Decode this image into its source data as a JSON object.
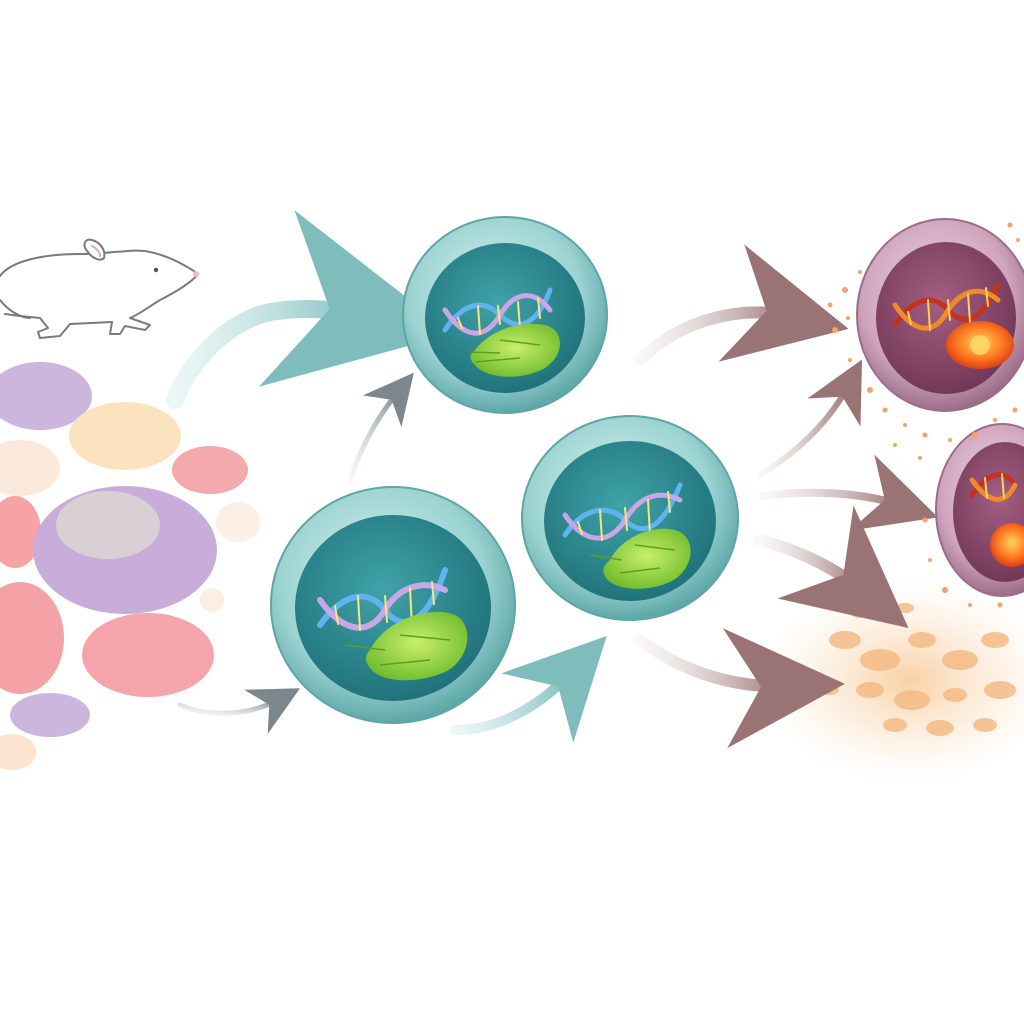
{
  "diagram": {
    "stages": [
      {
        "id": "source",
        "label": ""
      },
      {
        "id": "healthy-cells",
        "label": ""
      },
      {
        "id": "stressed-cells",
        "label": ""
      },
      {
        "id": "release",
        "label": ""
      }
    ]
  },
  "colors": {
    "healthy_cell_rim": "#7ec6c4",
    "healthy_cell_inner": "#2f8e95",
    "dna_blue": "#4da3e8",
    "mito_green": "#8ccf3c",
    "stressed_cell_rim": "#c9a0b8",
    "stressed_cell_inner": "#8a4a6a",
    "dna_red": "#c3321e",
    "mito_red": "#f05a1e",
    "particles_orange": "#f3b57c",
    "arrow_teal": "#9fcfcf",
    "arrow_mauve": "#b38e8e",
    "arrow_grey": "#8f9aa0",
    "blob_purple": "#c8b4dc",
    "blob_pink": "#f4a3a8",
    "blob_peach": "#fbe0b8"
  },
  "icons": [
    "mouse-icon",
    "dna-icon",
    "mitochondrion-icon"
  ]
}
